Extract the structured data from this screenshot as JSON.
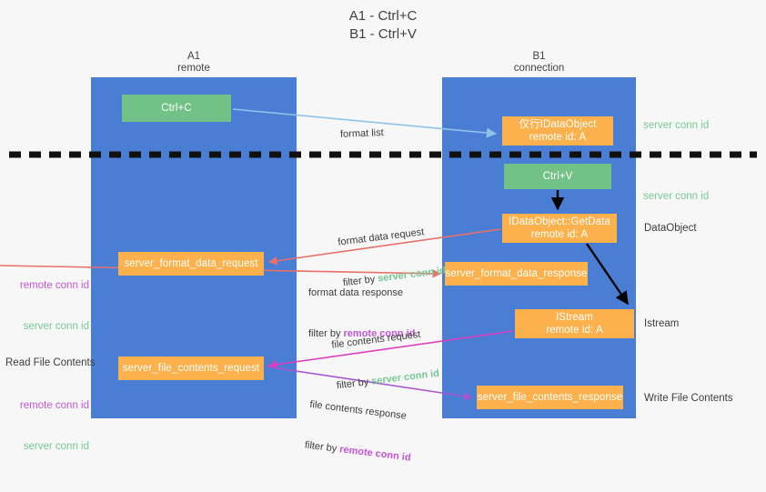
{
  "title": "A1 - Ctrl+C\nB1 - Ctrl+V",
  "lanes": {
    "a1": {
      "name": "A1",
      "role": "remote",
      "header": "A1\nremote"
    },
    "b1": {
      "name": "B1",
      "role": "connection",
      "header": "B1\nconnection"
    }
  },
  "boxes": {
    "ctrl_c": "Ctrl+C",
    "ctrl_v": "Ctrl+V",
    "idataobject": "仅行IDataObject\nremote id: A",
    "getdata": "IDataObject::GetData\nremote id: A",
    "istream": "IStream\nremote id: A",
    "server_format_data_request": "server_format_data_request",
    "server_format_data_response": "server_format_data_response",
    "server_file_contents_request": "server_file_contents_request",
    "server_file_contents_response": "server_file_contents_response"
  },
  "flows": {
    "format_list": "format list",
    "format_data_request": {
      "action": "format data request",
      "filter_prefix": "filter by ",
      "filter_key": "server conn id"
    },
    "format_data_response": {
      "action": "format data response",
      "filter_prefix": "filter by ",
      "filter_key": "remote conn id"
    },
    "file_contents_request": {
      "action": "file contents request",
      "filter_prefix": "filter by ",
      "filter_key": "server conn id"
    },
    "file_contents_response": {
      "action": "file contents response",
      "filter_prefix": "filter by ",
      "filter_key": "remote conn id"
    }
  },
  "side_labels": {
    "server_conn_id_top": "server conn id",
    "server_conn_id_mid": "server conn id",
    "dataobject": "DataObject",
    "istream": "Istream",
    "write_file_contents": "Write File Contents",
    "read_file_contents": "Read File Contents",
    "remote_conn_id": "remote conn id",
    "server_conn_id": "server conn id"
  },
  "colors": {
    "lane": "#4a7ed4",
    "green_box": "#72c287",
    "orange_box": "#fcb14c",
    "green_text": "#76c893",
    "purple_text": "#c355d6",
    "arrow_red": "#e8706a",
    "arrow_magenta": "#dd3fc0",
    "arrow_purple": "#a855d0",
    "arrow_blue": "#8fc3ea",
    "arrow_black": "#000000",
    "background": "#f7f7f7"
  }
}
